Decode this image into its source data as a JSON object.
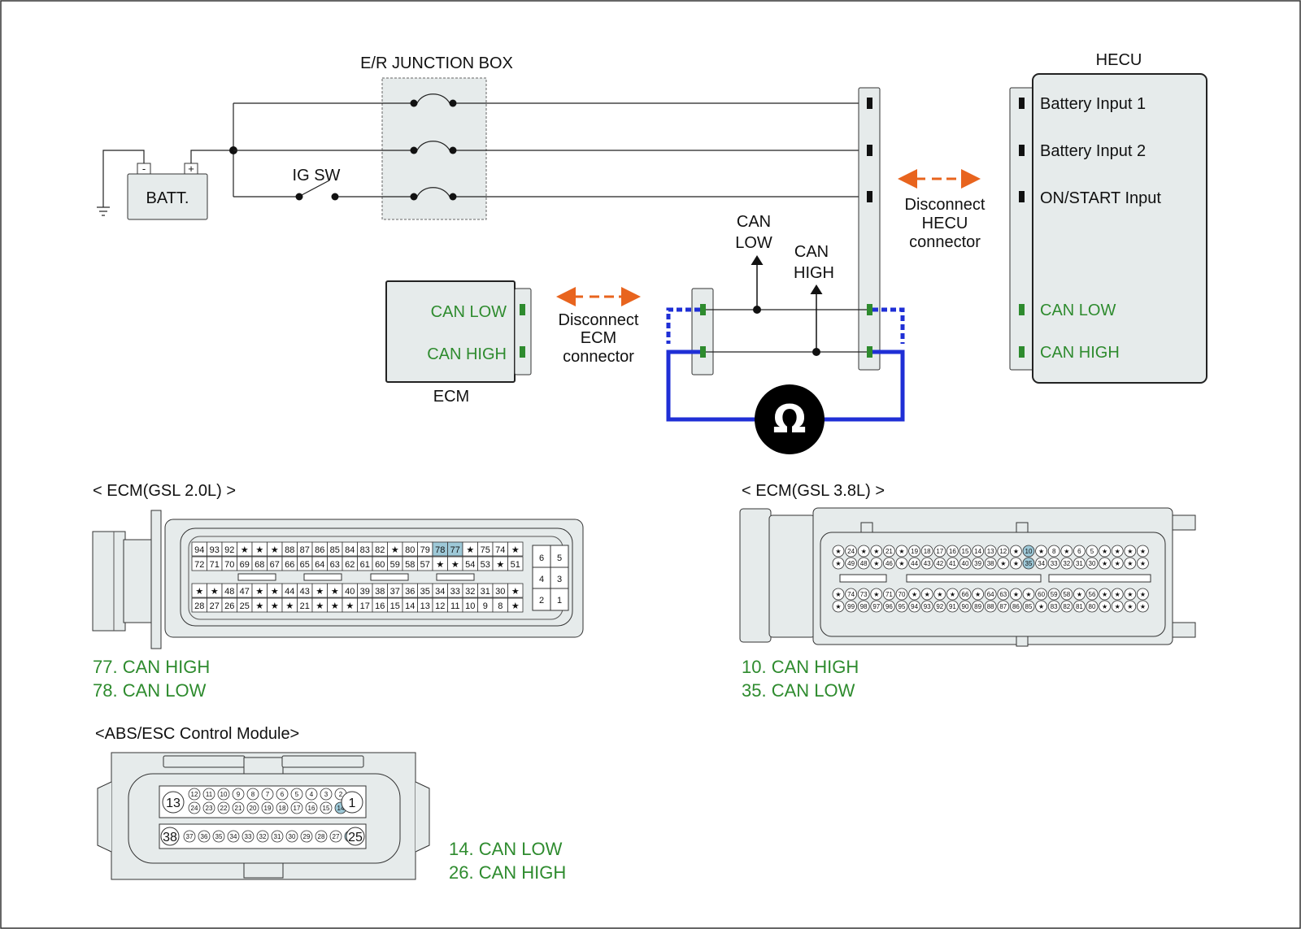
{
  "colors": {
    "wire": "#222",
    "probe": "#1f2fd6",
    "green": "#2e8b2e",
    "arrow": "#e8641e",
    "panel": "#e6ebeb",
    "highlight": "#9ec9d8"
  },
  "labels": {
    "junction_box": "E/R JUNCTION BOX",
    "batt": "BATT.",
    "ig_sw": "IG SW",
    "can_low_probe": [
      "CAN",
      "LOW"
    ],
    "can_high_probe": [
      "CAN",
      "HIGH"
    ],
    "disconnect_hecu": [
      "Disconnect",
      "HECU",
      "connector"
    ],
    "disconnect_ecm": [
      "Disconnect",
      "ECM",
      "connector"
    ],
    "ecm": "ECM",
    "ecm_can_low": "CAN LOW",
    "ecm_can_high": "CAN HIGH",
    "hecu": "HECU",
    "hecu_inputs": [
      "Battery Input 1",
      "Battery Input 2",
      "ON/START Input"
    ],
    "hecu_can_low": "CAN LOW",
    "hecu_can_high": "CAN HIGH",
    "ohm": "Ω",
    "batt_minus": "-",
    "batt_plus": "+"
  },
  "ecm20": {
    "title": "< ECM(GSL 2.0L) >",
    "notes": [
      "77. CAN HIGH",
      "78. CAN LOW"
    ],
    "rows": [
      [
        "94",
        "93",
        "92",
        "★",
        "★",
        "★",
        "88",
        "87",
        "86",
        "85",
        "84",
        "83",
        "82",
        "★",
        "80",
        "79",
        "78",
        "77",
        "★",
        "75",
        "74",
        "★"
      ],
      [
        "72",
        "71",
        "70",
        "69",
        "68",
        "67",
        "66",
        "65",
        "64",
        "63",
        "62",
        "61",
        "60",
        "59",
        "58",
        "57",
        "★",
        "★",
        "54",
        "53",
        "★",
        "51"
      ],
      [
        "★",
        "★",
        "48",
        "47",
        "★",
        "★",
        "44",
        "43",
        "★",
        "★",
        "40",
        "39",
        "38",
        "37",
        "36",
        "35",
        "34",
        "33",
        "32",
        "31",
        "30",
        "★"
      ],
      [
        "28",
        "27",
        "26",
        "25",
        "★",
        "★",
        "★",
        "21",
        "★",
        "★",
        "★",
        "17",
        "16",
        "15",
        "14",
        "13",
        "12",
        "11",
        "10",
        "9",
        "8",
        "★"
      ]
    ],
    "aux": [
      "6",
      "5",
      "4",
      "3",
      "2",
      "1"
    ],
    "highlight": [
      "77",
      "78"
    ]
  },
  "ecm38": {
    "title": "< ECM(GSL 3.8L) >",
    "notes": [
      "10. CAN HIGH",
      "35. CAN LOW"
    ],
    "rows": [
      [
        "★",
        "24",
        "★",
        "★",
        "21",
        "★",
        "19",
        "18",
        "17",
        "16",
        "15",
        "14",
        "13",
        "12",
        "★",
        "10",
        "★",
        "8",
        "★",
        "6",
        "5",
        "★",
        "★",
        "★",
        "★"
      ],
      [
        "★",
        "49",
        "48",
        "★",
        "46",
        "★",
        "44",
        "43",
        "42",
        "41",
        "40",
        "39",
        "38",
        "★",
        "★",
        "35",
        "34",
        "33",
        "32",
        "31",
        "30",
        "★",
        "★",
        "★",
        "★"
      ],
      [
        "★",
        "74",
        "73",
        "★",
        "71",
        "70",
        "★",
        "★",
        "★",
        "★",
        "66",
        "★",
        "64",
        "63",
        "★",
        "★",
        "60",
        "59",
        "58",
        "★",
        "56",
        "★",
        "★",
        "★",
        "★"
      ],
      [
        "★",
        "99",
        "98",
        "97",
        "96",
        "95",
        "94",
        "93",
        "92",
        "91",
        "90",
        "89",
        "88",
        "87",
        "86",
        "85",
        "★",
        "83",
        "82",
        "81",
        "80",
        "★",
        "★",
        "★",
        "★"
      ]
    ],
    "highlight": [
      "10",
      "35"
    ]
  },
  "abs": {
    "title": "<ABS/ESC Control Module>",
    "notes": [
      "14. CAN LOW",
      "26. CAN HIGH"
    ],
    "row1": [
      "12",
      "11",
      "10",
      "9",
      "8",
      "7",
      "6",
      "5",
      "4",
      "3",
      "2"
    ],
    "row2": [
      "24",
      "23",
      "22",
      "21",
      "20",
      "19",
      "18",
      "17",
      "16",
      "15",
      "14"
    ],
    "row3": [
      "37",
      "36",
      "35",
      "34",
      "33",
      "32",
      "31",
      "30",
      "29",
      "28",
      "27",
      "26"
    ],
    "big": [
      "13",
      "1",
      "38",
      "25"
    ],
    "highlight": [
      "14",
      "26"
    ]
  }
}
